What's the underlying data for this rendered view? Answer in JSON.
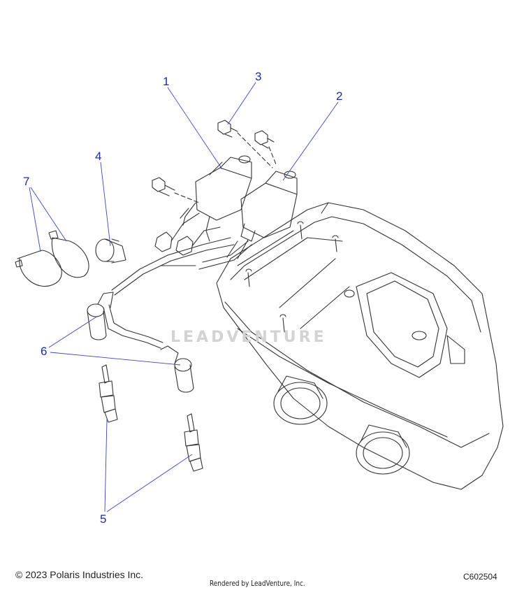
{
  "callouts": [
    {
      "id": "1",
      "label": "1"
    },
    {
      "id": "2",
      "label": "2"
    },
    {
      "id": "3",
      "label": "3"
    },
    {
      "id": "4",
      "label": "4"
    },
    {
      "id": "5",
      "label": "5"
    },
    {
      "id": "6",
      "label": "6"
    },
    {
      "id": "7",
      "label": "7"
    }
  ],
  "watermark": "LEADVENTURE",
  "footer": {
    "copyright": "© 2023 Polaris Industries Inc.",
    "rendered_by": "Rendered by LeadVenture, Inc.",
    "diagram_code": "C602504"
  },
  "colors": {
    "callout": "#1f2aa8",
    "leader": "#3a45c0",
    "line_art": "#333333"
  }
}
